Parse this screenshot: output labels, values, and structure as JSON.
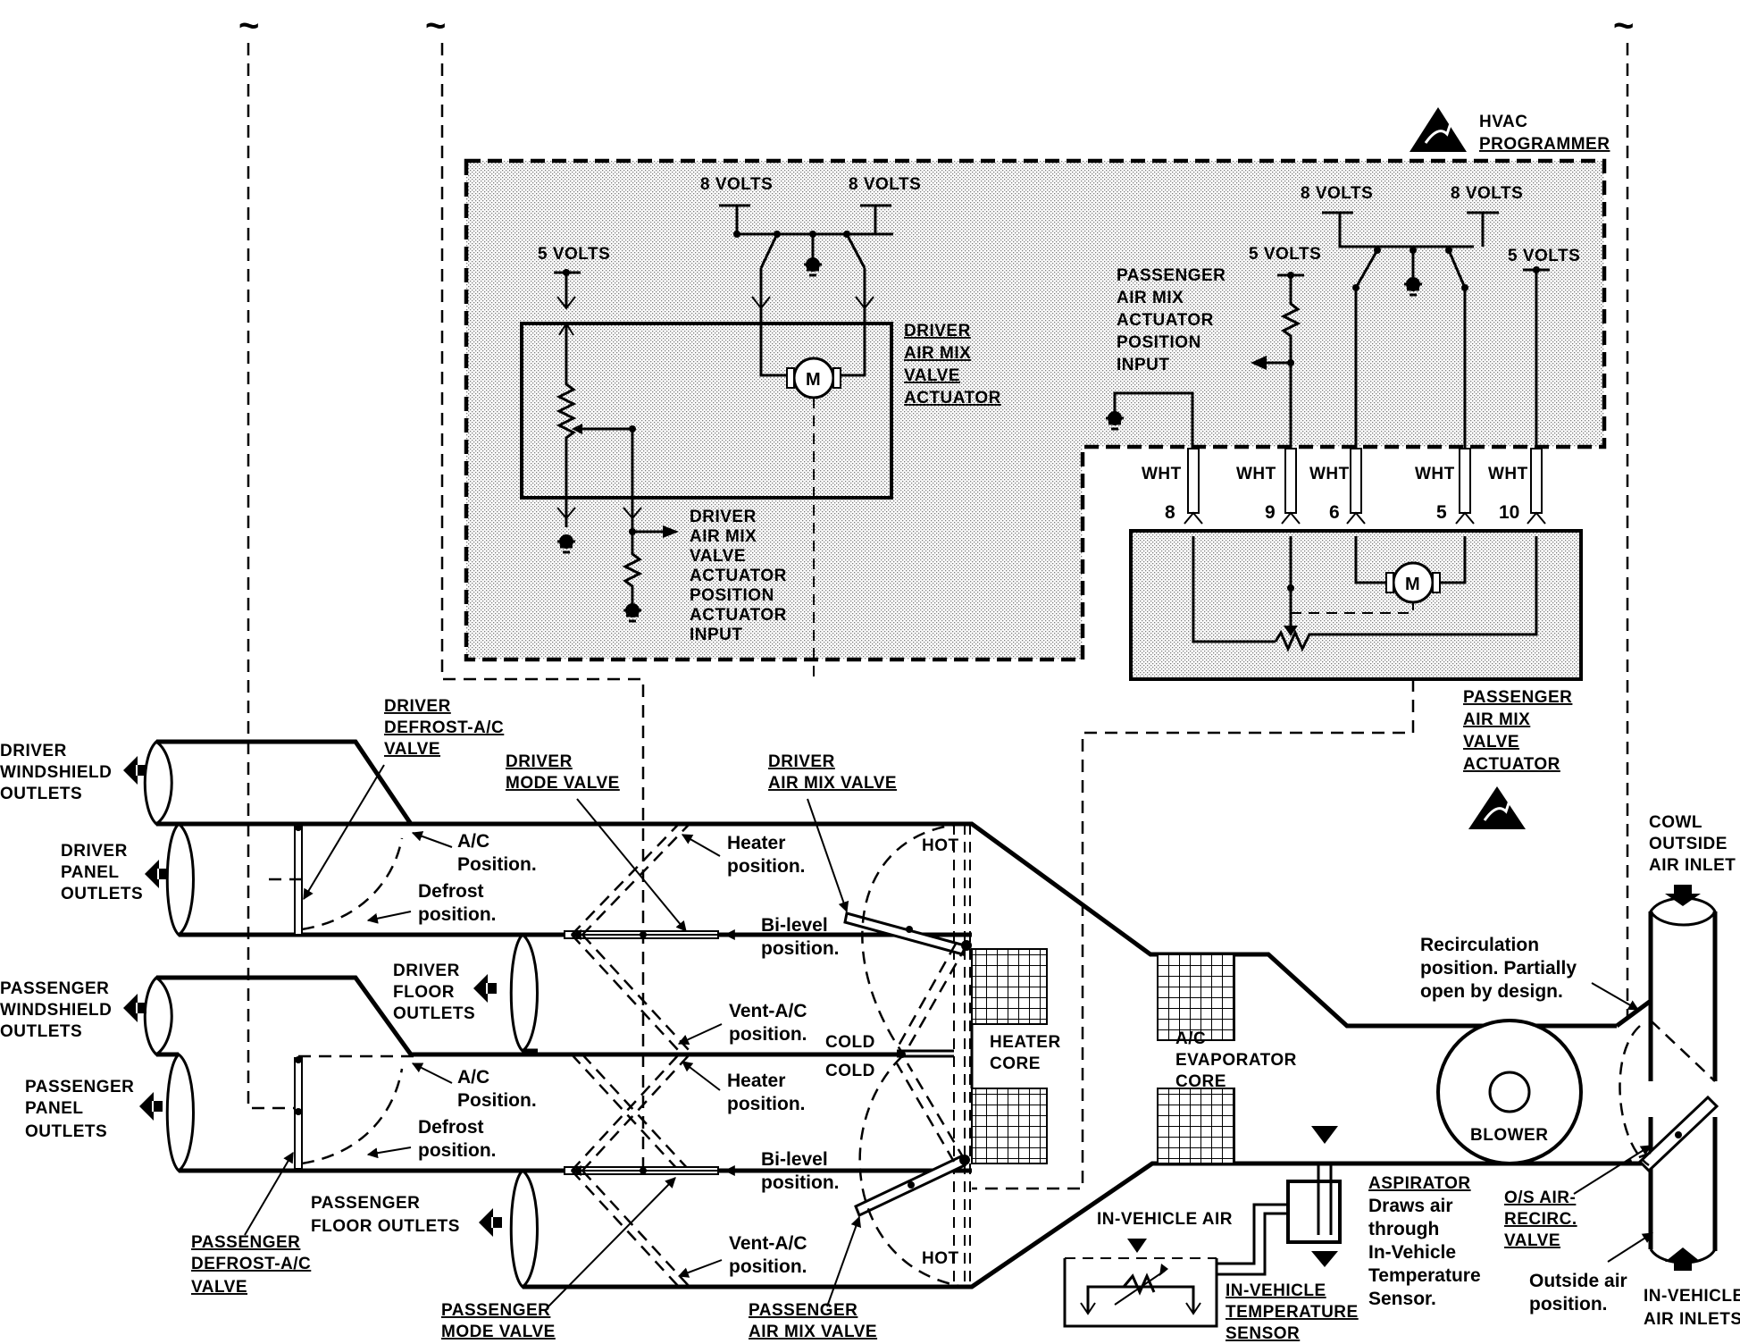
{
  "programmer": {
    "title": [
      "HVAC",
      "PROGRAMMER"
    ]
  },
  "driver_actuator": {
    "supply_left": "8 VOLTS",
    "supply_right": "8 VOLTS",
    "ref": "5 VOLTS",
    "motor": "M",
    "name": [
      "DRIVER",
      "AIR MIX",
      "VALVE",
      "ACTUATOR"
    ],
    "position_input": [
      "DRIVER",
      "AIR MIX",
      "VALVE",
      "ACTUATOR",
      "POSITION",
      "ACTUATOR",
      "INPUT"
    ]
  },
  "passenger_actuator": {
    "supply_left": "8 VOLTS",
    "supply_right": "8 VOLTS",
    "ref_left": "5 VOLTS",
    "ref_right": "5 VOLTS",
    "position_input": [
      "PASSENGER",
      "AIR MIX",
      "ACTUATOR",
      "POSITION",
      "INPUT"
    ],
    "wire_color": "WHT",
    "pins": [
      "8",
      "9",
      "6",
      "5",
      "10"
    ],
    "motor": "M",
    "name": [
      "PASSENGER",
      "AIR  MIX",
      "VALVE",
      "ACTUATOR"
    ]
  },
  "outlets": {
    "driver_windshield": [
      "DRIVER",
      "WINDSHIELD",
      "OUTLETS"
    ],
    "driver_panel": [
      "DRIVER",
      "PANEL",
      "OUTLETS"
    ],
    "driver_floor": [
      "DRIVER",
      "FLOOR",
      "OUTLETS"
    ],
    "passenger_windshield": [
      "PASSENGER",
      "WINDSHIELD",
      "OUTLETS"
    ],
    "passenger_panel": [
      "PASSENGER",
      "PANEL",
      "OUTLETS"
    ],
    "passenger_floor": [
      "PASSENGER",
      "FLOOR OUTLETS"
    ]
  },
  "valves": {
    "driver_defrost": [
      "DRIVER",
      "DEFROST-A/C",
      "VALVE"
    ],
    "driver_mode": [
      "DRIVER",
      "MODE VALVE"
    ],
    "driver_airmix": [
      "DRIVER",
      "AIR MIX VALVE"
    ],
    "passenger_defrost": [
      "PASSENGER",
      "DEFROST-A/C",
      "VALVE"
    ],
    "passenger_mode": [
      "PASSENGER",
      "MODE VALVE"
    ],
    "passenger_airmix": [
      "PASSENGER",
      "AIR MIX VALVE"
    ],
    "os_recirc": [
      "O/S AIR-",
      "RECIRC.",
      "VALVE"
    ]
  },
  "positions": {
    "ac_top": [
      "A/C",
      "Position."
    ],
    "defrost_top": [
      "Defrost",
      "position."
    ],
    "heater_top": [
      "Heater",
      "position."
    ],
    "bilevel_top": [
      "Bi-level",
      "position."
    ],
    "vent_top": [
      "Vent-A/C",
      "position."
    ],
    "ac_bottom": [
      "A/C",
      "Position."
    ],
    "defrost_bottom": [
      "Defrost",
      "position."
    ],
    "heater_bottom": [
      "Heater",
      "position."
    ],
    "bilevel_bottom": [
      "Bi-level",
      "position."
    ],
    "vent_bottom": [
      "Vent-A/C",
      "position."
    ],
    "hot_top": "HOT",
    "cold_top": "COLD",
    "cold_bottom": "COLD",
    "hot_bottom": "HOT"
  },
  "components": {
    "heater_core": [
      "HEATER",
      "CORE"
    ],
    "evaporator": [
      "A/C",
      "EVAPORATOR",
      "CORE"
    ],
    "blower": "BLOWER",
    "cowl": [
      "COWL",
      "OUTSIDE",
      "AIR INLET"
    ],
    "in_vehicle_inlets": [
      "IN-VEHICLE",
      "AIR INLETS"
    ],
    "recirc_note": [
      "Recirculation",
      "position. Partially",
      "open by design."
    ],
    "outside_air": [
      "Outside air",
      "position."
    ],
    "aspirator_title": "ASPIRATOR",
    "aspirator_note": [
      "Draws air",
      "through",
      "In-Vehicle",
      "Temperature",
      "Sensor."
    ],
    "in_vehicle_air": "IN-VEHICLE AIR",
    "temp_sensor": [
      "IN-VEHICLE",
      "TEMPERATURE",
      "SENSOR"
    ]
  }
}
